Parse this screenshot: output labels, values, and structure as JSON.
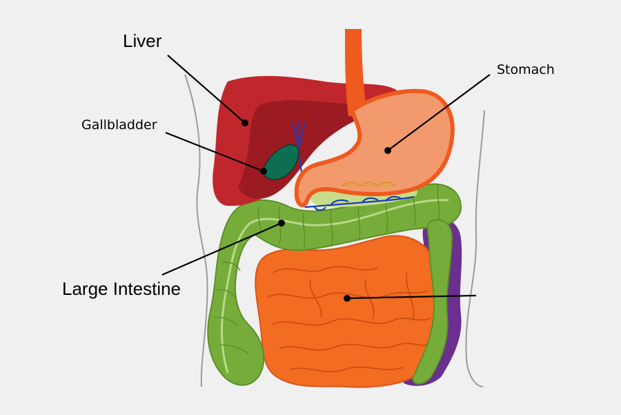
{
  "labels": {
    "liver": "Liver",
    "gallbladder": "Gallbladder",
    "stomach": "Stomach",
    "large_intestine": "Large Intestine"
  },
  "colors": {
    "background": "#f0f0f0",
    "liver": "#c0272d",
    "liver_shade": "#9c1a22",
    "gallbladder": "#0e6e52",
    "stomach": "#f29a6e",
    "stomach_outline": "#ef5a1e",
    "large_intestine": "#76ad3a",
    "small_intestine": "#f26d21",
    "rectum_colon": "#6b2f8f",
    "bile_duct": "#1a3fb8"
  }
}
